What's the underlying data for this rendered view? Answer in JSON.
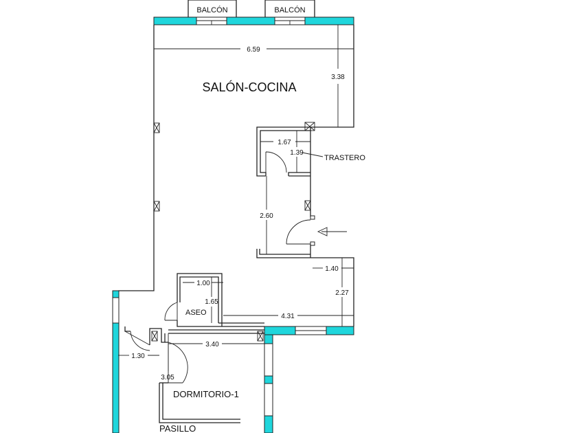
{
  "rooms": {
    "salon_cocina": "SALÓN-COCINA",
    "trastero": "TRASTERO",
    "aseo": "ASEO",
    "dormitorio": "DORMITORIO-1",
    "pasillo": "PASILLO",
    "balcon_1": "BALCÓN",
    "balcon_2": "BALCÓN"
  },
  "dimensions": {
    "salon_width": "6.59",
    "salon_depth": "3.38",
    "trastero_width": "1.67",
    "trastero_depth": "1.39",
    "hall_length": "2.60",
    "entry_width": "1.40",
    "entry_depth": "2.27",
    "aseo_width": "1.00",
    "aseo_depth": "1.65",
    "corridor_length": "4.31",
    "dormitorio_width": "3.40",
    "pasillo_width": "1.30",
    "dormitorio_depth": "3.05"
  },
  "colors": {
    "exterior_wall": "#1fd6dc",
    "lines": "#222222"
  }
}
